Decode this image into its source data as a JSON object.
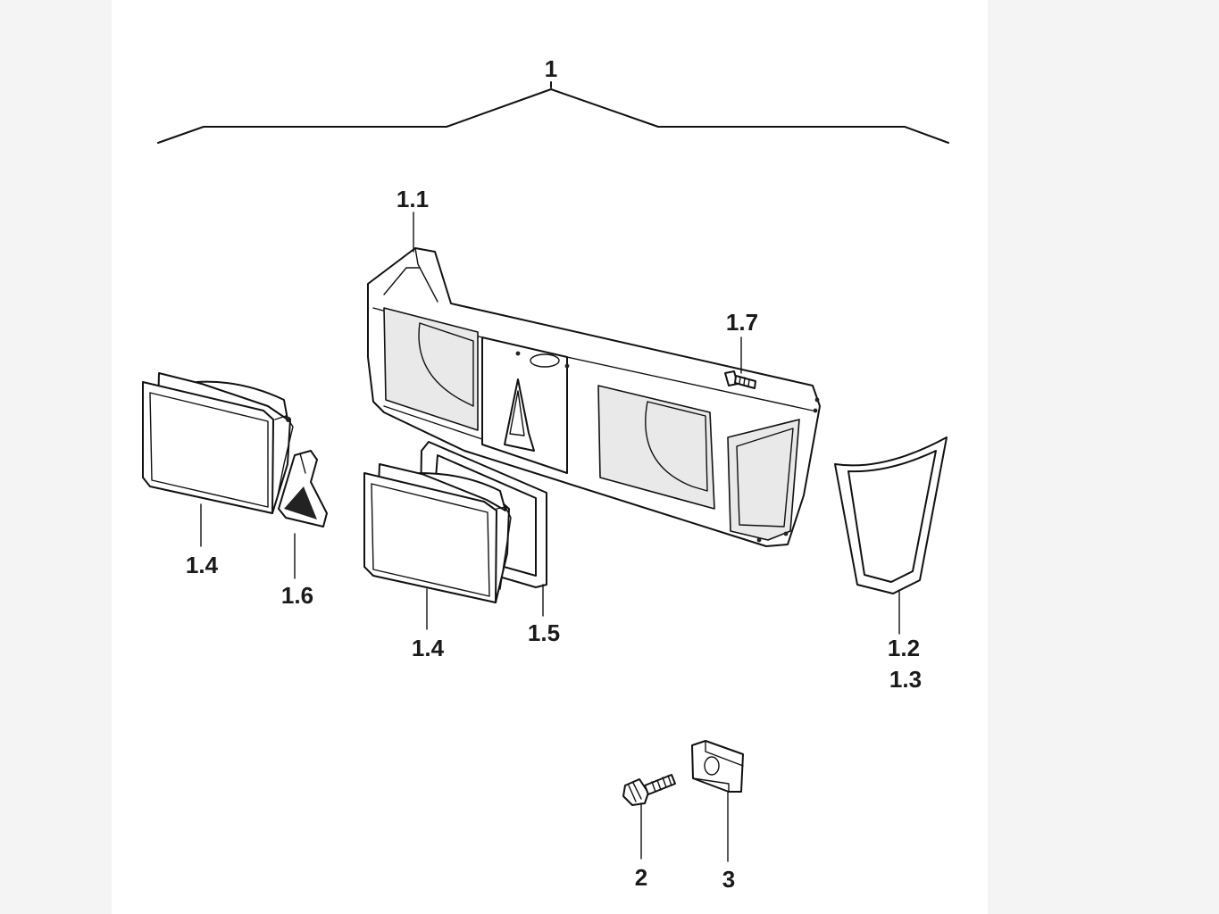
{
  "callouts": {
    "c1": "1",
    "c1_1": "1.1",
    "c1_2": "1.2",
    "c1_3": "1.3",
    "c1_4_left": "1.4",
    "c1_4_mid": "1.4",
    "c1_5": "1.5",
    "c1_6": "1.6",
    "c1_7": "1.7",
    "c2": "2",
    "c3": "3"
  }
}
